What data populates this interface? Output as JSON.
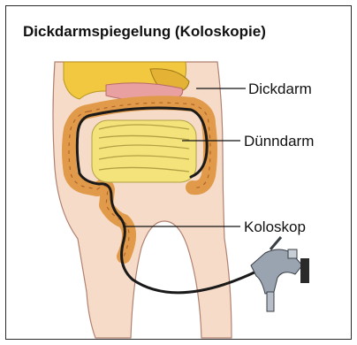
{
  "title": "Dickdarmspiegelung (Koloskopie)",
  "labels": {
    "dickdarm": "Dickdarm",
    "duenndarm": "Dünndarm",
    "koloskop": "Koloskop"
  },
  "colors": {
    "skin": "#f6dcc8",
    "skin_outline": "#b08070",
    "colon": "#e09a4a",
    "colon_dark": "#b0652a",
    "small_intestine": "#f3e37a",
    "small_intestine_outline": "#b3a045",
    "liver_stomach": "#f2c840",
    "pink_organ": "#e8a0a0",
    "endoscope": "#1a1a1a",
    "instrument": "#9aa4b0",
    "frame": "#2a2a2a"
  }
}
